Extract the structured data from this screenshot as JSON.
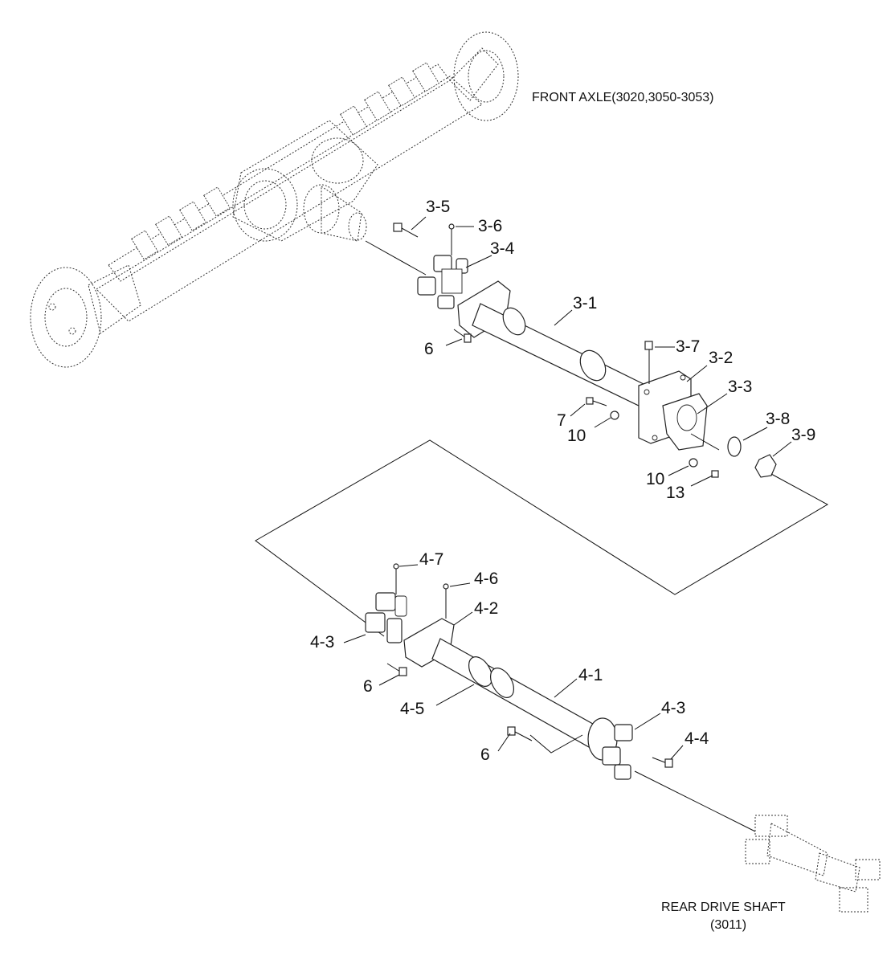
{
  "captions": {
    "front_axle": "FRONT AXLE(3020,3050-3053)",
    "rear_shaft_line1": "REAR DRIVE SHAFT",
    "rear_shaft_line2": "(3011)"
  },
  "callouts": {
    "c3_5": "3-5",
    "c3_6": "3-6",
    "c3_4": "3-4",
    "c3_1": "3-1",
    "c6_a": "6",
    "c3_7": "3-7",
    "c3_2": "3-2",
    "c3_3": "3-3",
    "c7": "7",
    "c10_a": "10",
    "c3_8": "3-8",
    "c3_9": "3-9",
    "c10_b": "10",
    "c13": "13",
    "c4_7": "4-7",
    "c4_6": "4-6",
    "c4_2": "4-2",
    "c4_3_a": "4-3",
    "c6_b": "6",
    "c4_1": "4-1",
    "c4_5": "4-5",
    "c4_3_b": "4-3",
    "c4_4": "4-4",
    "c6_c": "6"
  }
}
